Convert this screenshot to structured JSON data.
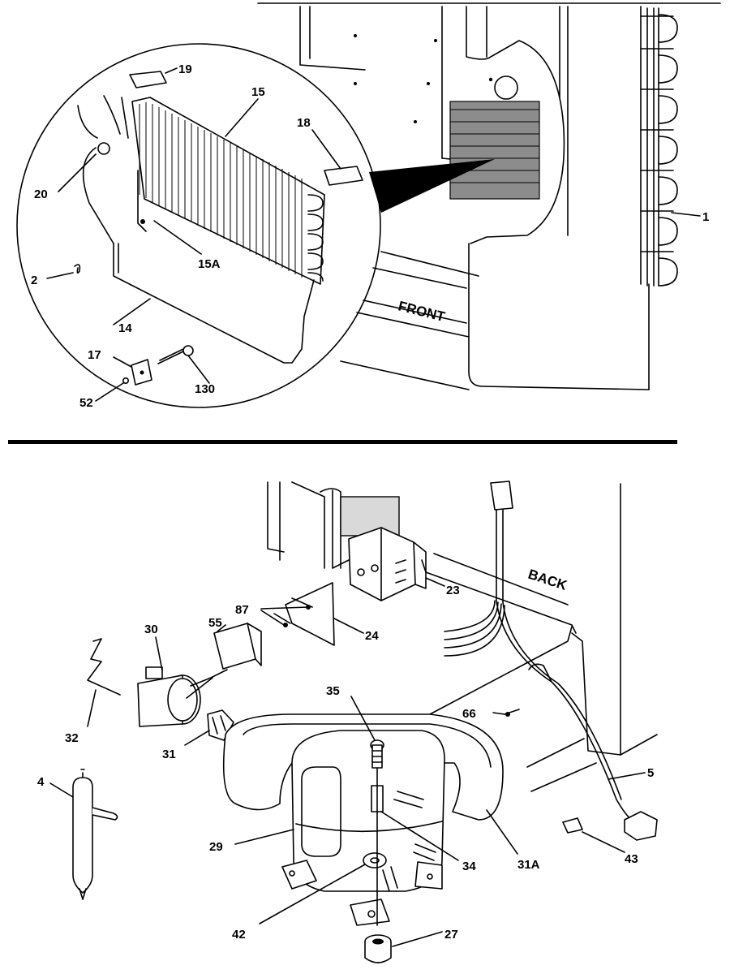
{
  "top_section": {
    "labels": {
      "p19": "19",
      "p15": "15",
      "p18": "18",
      "p20": "20",
      "p15a": "15A",
      "p2": "2",
      "p14": "14",
      "p17": "17",
      "p130": "130",
      "p52": "52",
      "p1": "1"
    },
    "stamp": "FRONT"
  },
  "bottom_section": {
    "labels": {
      "p23": "23",
      "p87": "87",
      "p24": "24",
      "p30": "30",
      "p55": "55",
      "p32": "32",
      "p31": "31",
      "p35": "35",
      "p66": "66",
      "p5": "5",
      "p4": "4",
      "p29": "29",
      "p34": "34",
      "p31a": "31A",
      "p43": "43",
      "p42": "42",
      "p27": "27"
    },
    "stamp": "BACK"
  }
}
